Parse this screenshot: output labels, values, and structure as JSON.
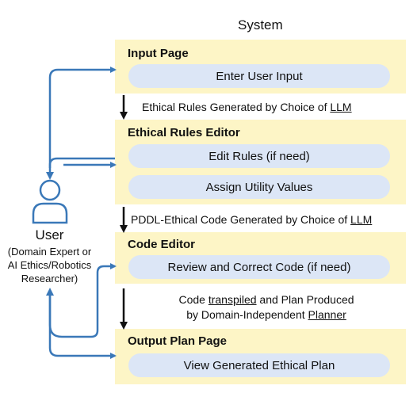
{
  "system_title": "System",
  "panels": [
    {
      "title": "Input Page",
      "actions": [
        "Enter User Input"
      ]
    },
    {
      "title": "Ethical Rules Editor",
      "actions": [
        "Edit Rules (if need)",
        "Assign Utility Values"
      ]
    },
    {
      "title": "Code Editor",
      "actions": [
        "Review and Correct Code (if need)"
      ]
    },
    {
      "title": "Output Plan Page",
      "actions": [
        "View Generated Ethical Plan"
      ]
    }
  ],
  "transitions": [
    {
      "pre": "Ethical Rules Generated by Choice of ",
      "link": "LLM",
      "post": ""
    },
    {
      "pre": "PDDL-Ethical Code Generated by Choice of ",
      "link": "LLM",
      "post": ""
    },
    {
      "line1_pre": "Code ",
      "line1_link": "transpiled",
      "line1_post": " and Plan Produced",
      "line2_pre": "by Domain-Independent ",
      "line2_link": "Planner"
    }
  ],
  "user": {
    "title": "User",
    "description_lines": [
      "(Domain Expert or",
      "AI Ethics/Robotics",
      "Researcher)"
    ]
  },
  "colors": {
    "panel_bg": "#fdf5c6",
    "pill_bg": "#dce6f6",
    "arrow_blue": "#3a78b8",
    "arrow_black": "#111111"
  }
}
